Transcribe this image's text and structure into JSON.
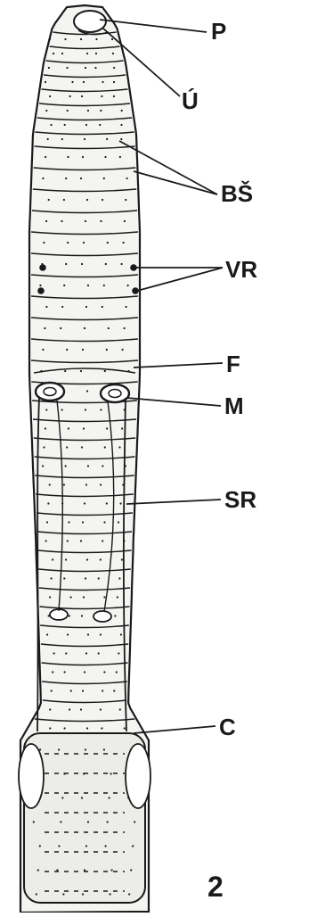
{
  "figure": {
    "labels": {
      "p": "P",
      "u": "Ú",
      "bs": "BŠ",
      "vr": "VR",
      "f": "F",
      "m": "M",
      "sr": "SR",
      "c": "C"
    },
    "figure_number": "2",
    "colors": {
      "ink": "#1a1a1a",
      "body_fill": "#f4f4f2",
      "clitellum_fill": "#ecece8",
      "background": "#ffffff"
    }
  }
}
